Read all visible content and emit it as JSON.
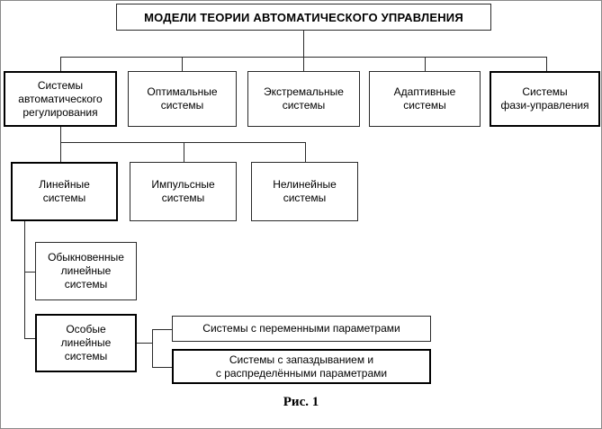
{
  "figure": {
    "caption": "Рис. 1",
    "title": "МОДЕЛИ ТЕОРИИ АВТОМАТИЧЕСКОГО УПРАВЛЕНИЯ",
    "language": "ru",
    "colors": {
      "background": "#ffffff",
      "box_border": "#2a2a2a",
      "emphasis_border": "#000000",
      "text": "#000000",
      "frame": "#8a8a8a"
    }
  },
  "level2": [
    {
      "label": "Системы\nавтоматического\nрегулирования",
      "emphasis": true
    },
    {
      "label": "Оптимальные\nсистемы",
      "emphasis": false
    },
    {
      "label": "Экстремальные\nсистемы",
      "emphasis": false
    },
    {
      "label": "Адаптивные\nсистемы",
      "emphasis": false
    },
    {
      "label": "Системы\nфази-управления",
      "emphasis": true
    }
  ],
  "level3": [
    {
      "label": "Линейные\nсистемы",
      "emphasis": true
    },
    {
      "label": "Импульсные\nсистемы",
      "emphasis": false
    },
    {
      "label": "Нелинейные\nсистемы",
      "emphasis": false
    }
  ],
  "level4": [
    {
      "label": "Обыкновенные\nлинейные\nсистемы",
      "emphasis": false
    },
    {
      "label": "Особые\nлинейные\nсистемы",
      "emphasis": true
    }
  ],
  "level5": [
    {
      "label": "Системы с переменными параметрами",
      "emphasis": false
    },
    {
      "label": "Системы с запаздыванием и\nс распределёнными параметрами",
      "emphasis": true
    }
  ]
}
